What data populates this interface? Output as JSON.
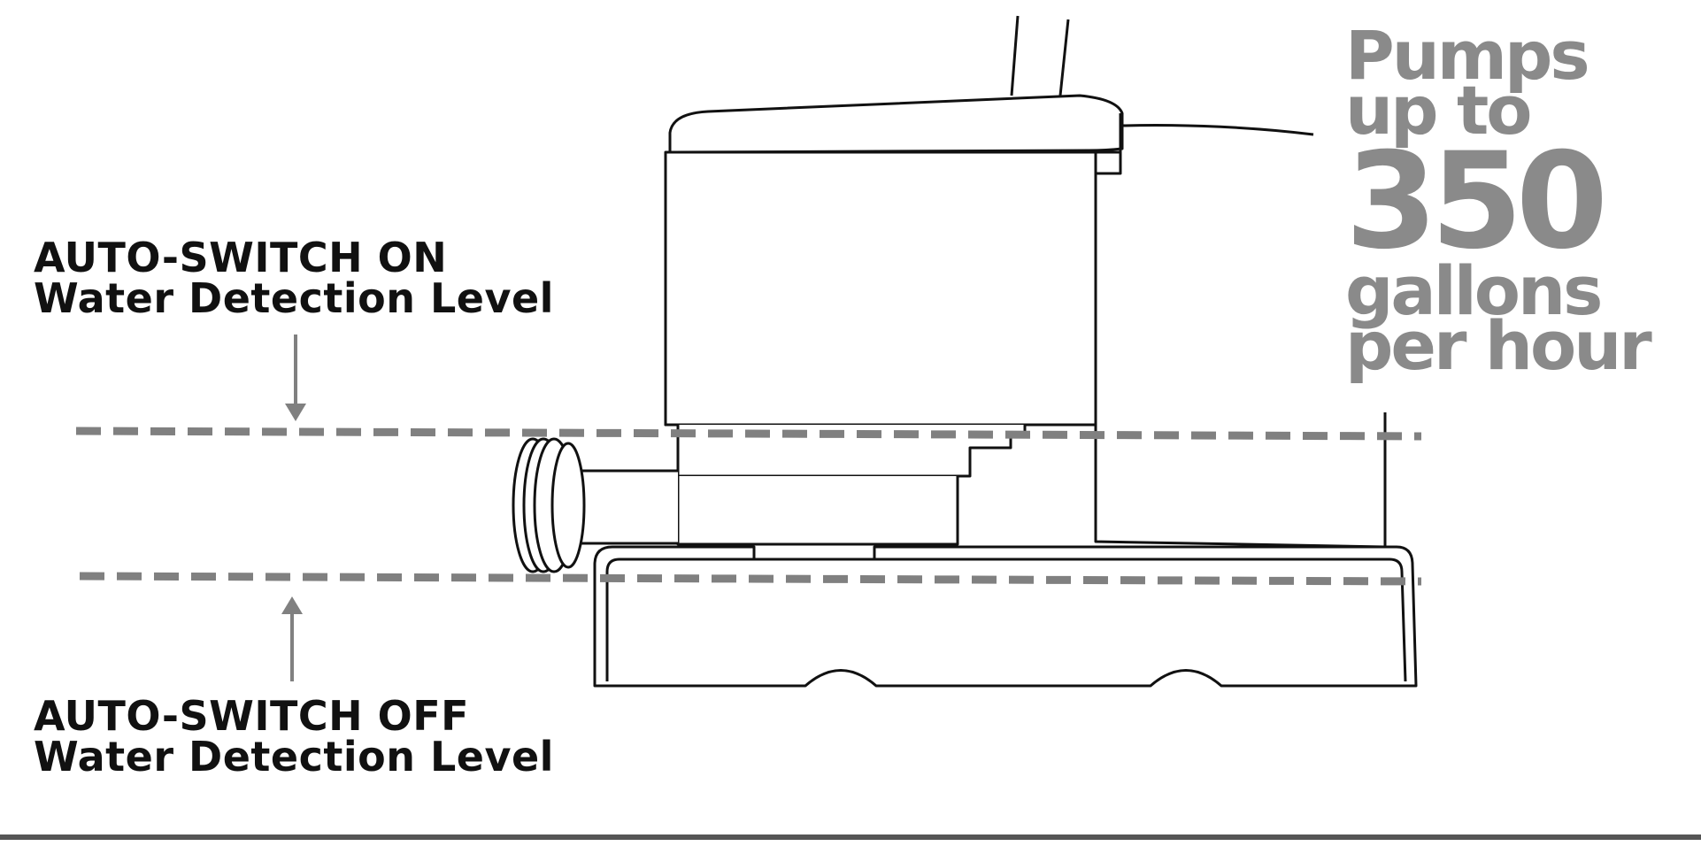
{
  "on_label": {
    "line1": "AUTO-SWITCH ON",
    "line2": "Water Detection Level"
  },
  "off_label": {
    "line1": "AUTO-SWITCH OFF",
    "line2": "Water Detection Level"
  },
  "headline": {
    "line1": "Pumps",
    "line2": "up to",
    "number": "350",
    "line4": "gallons",
    "line5": "per hour"
  },
  "colors": {
    "ink": "#111111",
    "dashed_level": "#808080",
    "headline": "#8a8a8a",
    "bottom_rule": "#555555"
  },
  "icons": {
    "pump": "pump-illustration",
    "arrow_down": "arrow-down-icon",
    "arrow_up": "arrow-up-icon"
  }
}
